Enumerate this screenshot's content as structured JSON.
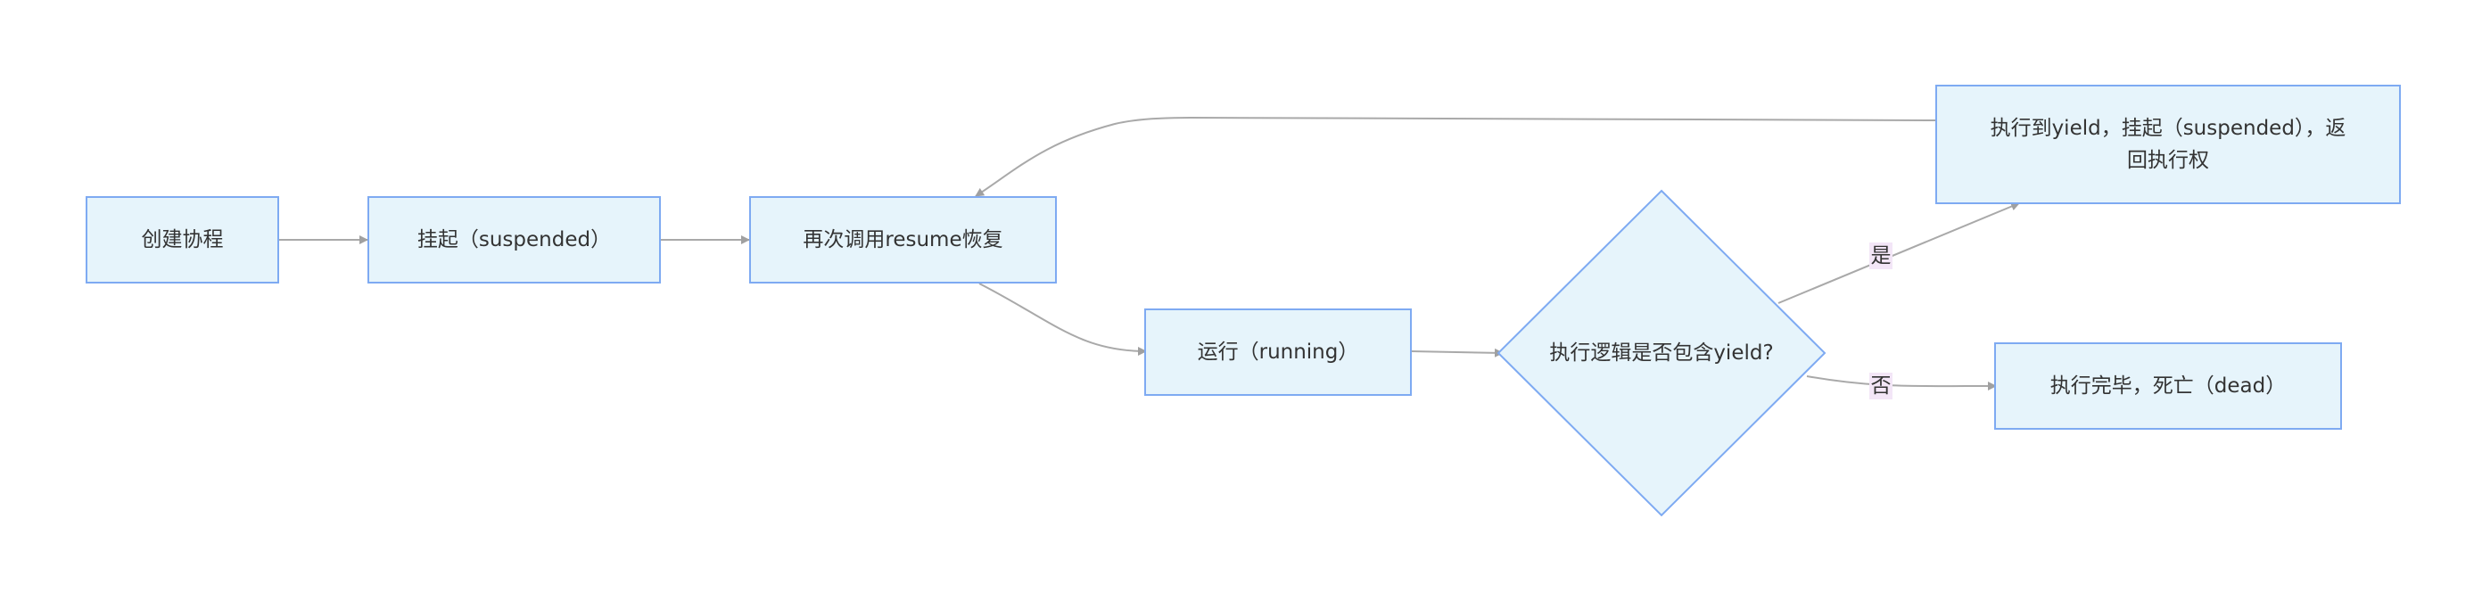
{
  "diagram": {
    "colors": {
      "node_fill": "#e6f4fb",
      "node_stroke": "#7eaaf2",
      "edge": "#a9a9a9",
      "label_bg": "#f3e6f7"
    },
    "nodes": {
      "create": "创建协程",
      "suspended": "挂起（suspended）",
      "resume": "再次调用resume恢复",
      "running": "运行（running）",
      "decision": "执行逻辑是否包含yield?",
      "yield_line1": "执行到yield，挂起（suspended），返",
      "yield_line2": "回执行权",
      "dead": "执行完毕，死亡（dead）"
    },
    "edge_labels": {
      "yes": "是",
      "no": "否"
    }
  }
}
